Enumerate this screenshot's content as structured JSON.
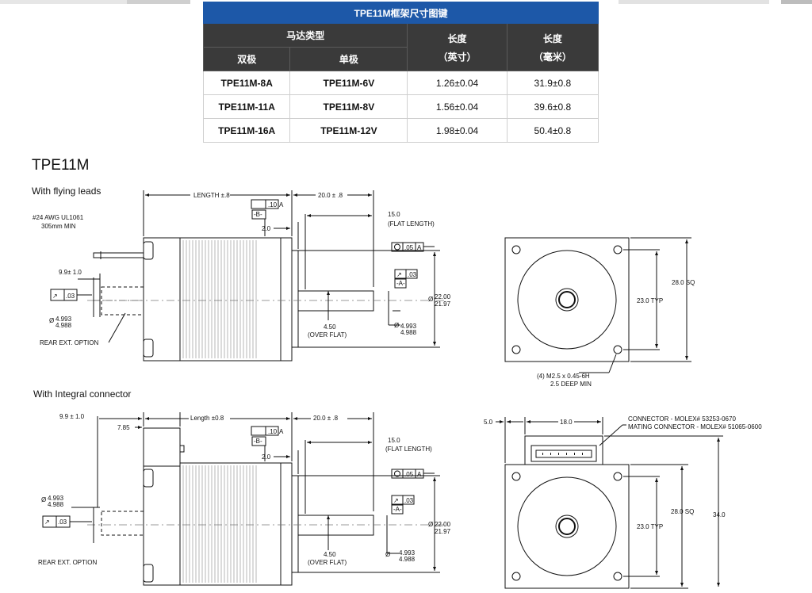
{
  "table": {
    "title": "TPE11M框架尺寸图键",
    "motor_type": "马达类型",
    "bipolar": "双极",
    "unipolar": "单极",
    "len_in_1": "长度",
    "len_in_2": "（英寸）",
    "len_mm_1": "长度",
    "len_mm_2": "（毫米）",
    "rows": [
      {
        "bipolar": "TPE11M-8A",
        "unipolar": "TPE11M-6V",
        "inch": "1.26±0.04",
        "mm": "31.9±0.8"
      },
      {
        "bipolar": "TPE11M-11A",
        "unipolar": "TPE11M-8V",
        "inch": "1.56±0.04",
        "mm": "39.6±0.8"
      },
      {
        "bipolar": "TPE11M-16A",
        "unipolar": "TPE11M-12V",
        "inch": "1.98±0.04",
        "mm": "50.4±0.8"
      }
    ]
  },
  "drawing": {
    "model": "TPE11M",
    "section1": "With flying leads",
    "section2": "With Integral connector",
    "labels": {
      "awg1": "#24 AWG UL1061",
      "awg2": "305mm MIN",
      "length1": "LENGTH ±.8",
      "length2": "Length ±0.8",
      "shaft_len": "20.0 ± .8",
      "tol_10": ".10",
      "datum_a": "A",
      "datum_b": "-B-",
      "datum_a2": "-A-",
      "flat_len": "15.0",
      "flat_len2": "(FLAT LENGTH)",
      "pilot": "2.0",
      "tol_05": ".05",
      "tol_03": ".03",
      "rear_dia": "9.9± 1.0",
      "rear_dia2": "9.9 ± 1.0",
      "dia_a": "4.993",
      "dia_b": "4.988",
      "rear_opt": "REAR EXT. OPTION",
      "flat_w": "4.50",
      "flat_w2": "(OVER FLAT)",
      "pilot_a": "22.00",
      "pilot_b": "21.97",
      "sq": "28.0 SQ",
      "typ": "23.0 TYP",
      "holes": "(4) M2.5 x 0.45-6H",
      "holes2": "2.5 DEEP MIN",
      "dim_785": "7.85",
      "dim_50": "5.0",
      "dim_180": "18.0",
      "conn1": "CONNECTOR - MOLEX# 53253-0670",
      "conn2": "MATING CONNECTOR - MOLEX# 51065-0600",
      "dim_340": "34.0",
      "dia_sym": "Ø",
      "runout_sym": "↗"
    }
  }
}
